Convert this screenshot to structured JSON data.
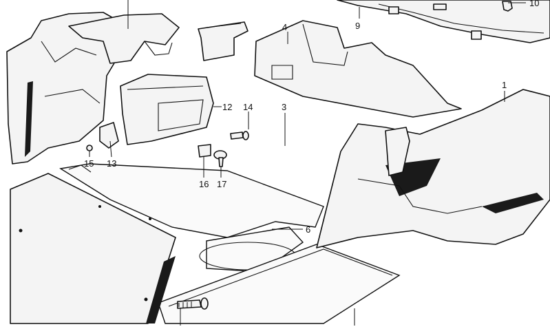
{
  "callouts": {
    "c1": "1",
    "c3": "3",
    "c4": "4",
    "c6": "6",
    "c9": "9",
    "c10": "10",
    "c12": "12",
    "c13": "13",
    "c14": "14",
    "c15": "15",
    "c16": "16",
    "c17": "17"
  }
}
